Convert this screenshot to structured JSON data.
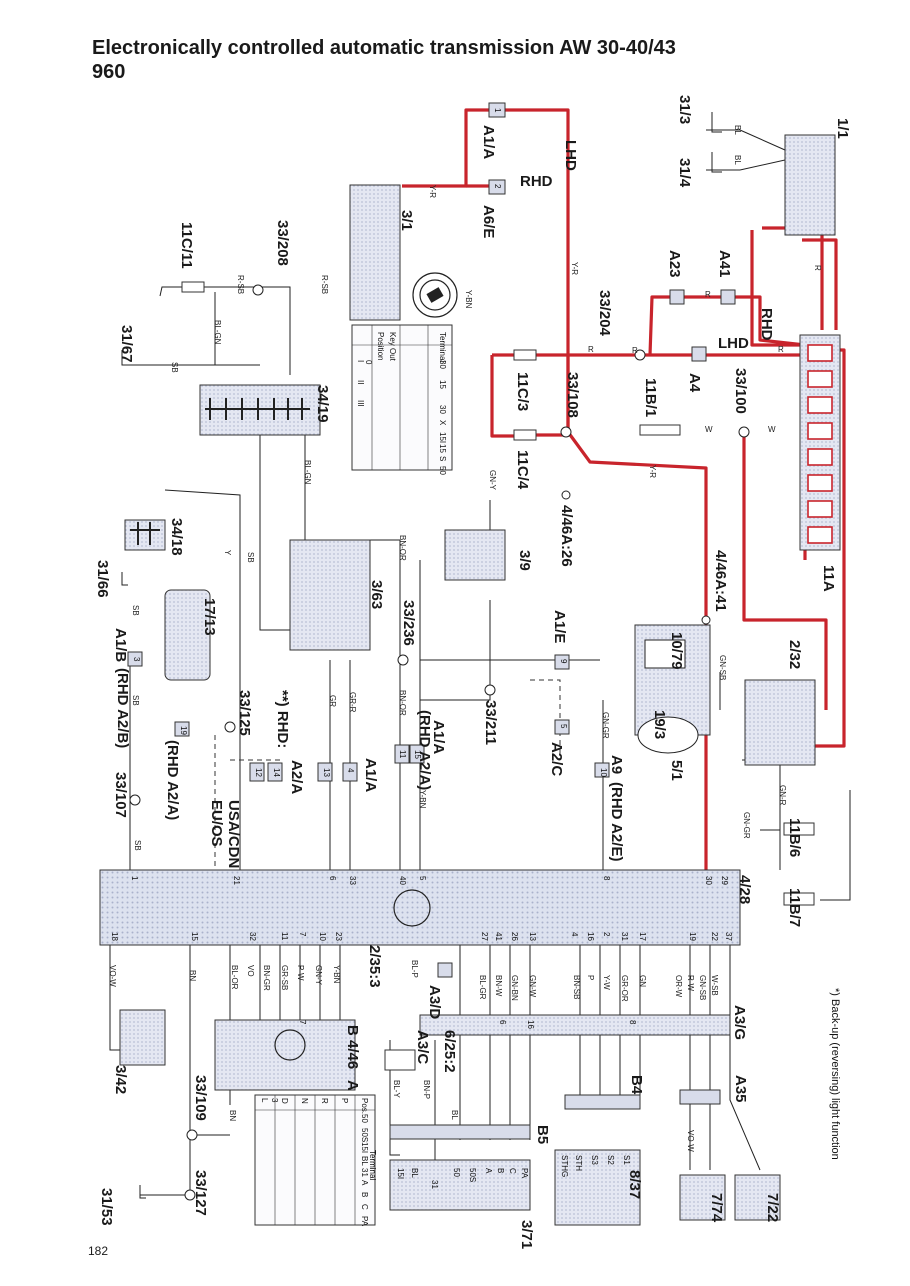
{
  "title": {
    "line1": "Electronically controlled automatic transmission AW 30-40/43",
    "line2": "960"
  },
  "page_number": "182",
  "wire_color": "#c8242c",
  "footnote": "*) Back-up (reversing) light function",
  "components": [
    {
      "id": "c1",
      "label": "1/1"
    },
    {
      "id": "c2",
      "label": "31/3"
    },
    {
      "id": "c3",
      "label": "31/4"
    },
    {
      "id": "c4",
      "label": "A1/A"
    },
    {
      "id": "c5",
      "label": "A6/E"
    },
    {
      "id": "c6",
      "label": "3/1"
    },
    {
      "id": "c7",
      "label": "33/208"
    },
    {
      "id": "c8",
      "label": "11C/11"
    },
    {
      "id": "c9",
      "label": "31/67"
    },
    {
      "id": "c10",
      "label": "34/19"
    },
    {
      "id": "c11",
      "label": "A23"
    },
    {
      "id": "c12",
      "label": "A41"
    },
    {
      "id": "c13",
      "label": "33/204"
    },
    {
      "id": "c14",
      "label": "A4"
    },
    {
      "id": "c15",
      "label": "11C/3"
    },
    {
      "id": "c16",
      "label": "11C/4"
    },
    {
      "id": "c17",
      "label": "33/108"
    },
    {
      "id": "c18",
      "label": "11B/1"
    },
    {
      "id": "c19",
      "label": "33/100"
    },
    {
      "id": "c20",
      "label": "4/46A:26"
    },
    {
      "id": "c21",
      "label": "34/18"
    },
    {
      "id": "c22",
      "label": "3/63"
    },
    {
      "id": "c23",
      "label": "3/9"
    },
    {
      "id": "c24",
      "label": "11A"
    },
    {
      "id": "c25",
      "label": "4/46A:41"
    },
    {
      "id": "c26",
      "label": "31/66"
    },
    {
      "id": "c27",
      "label": "17/13"
    },
    {
      "id": "c28",
      "label": "33/236"
    },
    {
      "id": "c29",
      "label": "A1/E"
    },
    {
      "id": "c30",
      "label": "10/79"
    },
    {
      "id": "c31",
      "label": "2/32"
    },
    {
      "id": "c32",
      "label": "A1/B"
    },
    {
      "id": "c33",
      "label": "(RHD A2/B)"
    },
    {
      "id": "c34",
      "label": "33/125"
    },
    {
      "id": "c35",
      "label": "**) RHD:"
    },
    {
      "id": "c36",
      "label": "A1/A"
    },
    {
      "id": "c37",
      "label": "(RHD A2/A)"
    },
    {
      "id": "c38",
      "label": "33/211"
    },
    {
      "id": "c39",
      "label": "A2/C"
    },
    {
      "id": "c40",
      "label": "19/3"
    },
    {
      "id": "c41",
      "label": "5/1"
    },
    {
      "id": "c42",
      "label": "A9"
    },
    {
      "id": "c43",
      "label": "(RHD A2/E)"
    },
    {
      "id": "c44",
      "label": "A2/A"
    },
    {
      "id": "c45",
      "label": "A1/A"
    },
    {
      "id": "c46",
      "label": "(RHD A2/A)"
    },
    {
      "id": "c47",
      "label": "33/107"
    },
    {
      "id": "c48",
      "label": "USA/CDN"
    },
    {
      "id": "c49",
      "label": "EU/OS"
    },
    {
      "id": "c50",
      "label": "11B/6"
    },
    {
      "id": "c51",
      "label": "11B/7"
    },
    {
      "id": "c52",
      "label": "4/28"
    },
    {
      "id": "c53",
      "label": "2/35:3"
    },
    {
      "id": "c54",
      "label": "A3/D"
    },
    {
      "id": "c55",
      "label": "6/25:2"
    },
    {
      "id": "c56",
      "label": "A3/C"
    },
    {
      "id": "c57",
      "label": "A3/G"
    },
    {
      "id": "c58",
      "label": "B 4/46"
    },
    {
      "id": "c59",
      "label": "A"
    },
    {
      "id": "c60",
      "label": "B4"
    },
    {
      "id": "c61",
      "label": "A35"
    },
    {
      "id": "c62",
      "label": "B5"
    },
    {
      "id": "c63",
      "label": "3/42"
    },
    {
      "id": "c64",
      "label": "33/109"
    },
    {
      "id": "c65",
      "label": "33/127"
    },
    {
      "id": "c66",
      "label": "31/53"
    },
    {
      "id": "c67",
      "label": "3/71"
    },
    {
      "id": "c68",
      "label": "8/37"
    },
    {
      "id": "c69",
      "label": "7/74"
    },
    {
      "id": "c70",
      "label": "7/22"
    }
  ],
  "wire_labels": [
    {
      "id": "w1",
      "text": "LHD"
    },
    {
      "id": "w2",
      "text": "RHD"
    },
    {
      "id": "w3",
      "text": "Y-R"
    },
    {
      "id": "w4",
      "text": "Y-R"
    },
    {
      "id": "w5",
      "text": "R"
    },
    {
      "id": "w6",
      "text": "R"
    },
    {
      "id": "w7",
      "text": "RHD"
    },
    {
      "id": "w8",
      "text": "LHD"
    },
    {
      "id": "w9",
      "text": "R"
    },
    {
      "id": "w10",
      "text": "R"
    },
    {
      "id": "w11",
      "text": "R"
    },
    {
      "id": "w12",
      "text": "W"
    },
    {
      "id": "w13",
      "text": "W"
    },
    {
      "id": "w14",
      "text": "Y-R"
    },
    {
      "id": "w15",
      "text": "BL"
    },
    {
      "id": "w16",
      "text": "BL"
    },
    {
      "id": "w17",
      "text": "R-SB"
    },
    {
      "id": "w18",
      "text": "R-SB"
    },
    {
      "id": "w19",
      "text": "BL-GN"
    },
    {
      "id": "w20",
      "text": "SB"
    },
    {
      "id": "w21",
      "text": "BL-GN"
    },
    {
      "id": "w22",
      "text": "Y-BN"
    },
    {
      "id": "w23",
      "text": "GN-Y"
    },
    {
      "id": "w24",
      "text": "BN-OR"
    },
    {
      "id": "w25",
      "text": "SB"
    },
    {
      "id": "w26",
      "text": "Y"
    },
    {
      "id": "w27",
      "text": "SB"
    },
    {
      "id": "w28",
      "text": "SB"
    },
    {
      "id": "w29",
      "text": "GR"
    },
    {
      "id": "w30",
      "text": "GR-R"
    },
    {
      "id": "w31",
      "text": "BN-OR"
    },
    {
      "id": "w32",
      "text": "Y-BN"
    },
    {
      "id": "w33",
      "text": "GN-SB"
    },
    {
      "id": "w34",
      "text": "GN-GR"
    },
    {
      "id": "w35",
      "text": "GN-R"
    },
    {
      "id": "w36",
      "text": "GN-GR"
    },
    {
      "id": "w37",
      "text": "BL-P"
    },
    {
      "id": "w38",
      "text": "W-SB"
    },
    {
      "id": "w39",
      "text": "GN-SB"
    },
    {
      "id": "w40",
      "text": "R-W"
    },
    {
      "id": "w41",
      "text": "OR-W"
    },
    {
      "id": "w42",
      "text": "GN"
    },
    {
      "id": "w43",
      "text": "GR-OR"
    },
    {
      "id": "w44",
      "text": "Y-W"
    },
    {
      "id": "w45",
      "text": "P"
    },
    {
      "id": "w46",
      "text": "BN-SB"
    },
    {
      "id": "w47",
      "text": "GN-W"
    },
    {
      "id": "w48",
      "text": "GN-BN"
    },
    {
      "id": "w49",
      "text": "BN-W"
    },
    {
      "id": "w50",
      "text": "BL-GR"
    },
    {
      "id": "w51",
      "text": "VO-W"
    },
    {
      "id": "w52",
      "text": "BN"
    },
    {
      "id": "w53",
      "text": "BN"
    },
    {
      "id": "w54",
      "text": "SB"
    },
    {
      "id": "w55",
      "text": "BL-OR"
    },
    {
      "id": "w56",
      "text": "VO"
    },
    {
      "id": "w57",
      "text": "BN-GR"
    },
    {
      "id": "w58",
      "text": "GR-SB"
    },
    {
      "id": "w59",
      "text": "P-W"
    },
    {
      "id": "w60",
      "text": "GN-Y"
    },
    {
      "id": "w61",
      "text": "Y-BN"
    },
    {
      "id": "w62",
      "text": "BN-P"
    },
    {
      "id": "w63",
      "text": "BL-Y"
    },
    {
      "id": "w64",
      "text": "BL"
    },
    {
      "id": "w65",
      "text": "VO-W"
    }
  ],
  "pins_4_28": {
    "top": [
      "29",
      "30",
      "8",
      "5",
      "40",
      "33",
      "6",
      "21",
      "1"
    ],
    "bottom": [
      "37",
      "22",
      "19",
      "17",
      "31",
      "2",
      "16",
      "4",
      "13",
      "26",
      "41",
      "27",
      "23",
      "10",
      "7",
      "11",
      "32",
      "15",
      "18"
    ]
  },
  "connector_numbers": [
    "1",
    "2",
    "3",
    "4",
    "5",
    "6",
    "7",
    "8",
    "9",
    "10",
    "11",
    "12",
    "13",
    "14",
    "15",
    "16",
    "19"
  ],
  "ignition_table": {
    "header": [
      "Position",
      "Terminal"
    ],
    "rows": [
      "Key Out",
      "0",
      "I",
      "II",
      "III"
    ],
    "terminals": [
      "30",
      "15",
      "30",
      "X",
      "15I",
      "15",
      "S",
      "50"
    ]
  },
  "range_table": {
    "rows": [
      "Pos.",
      "P",
      "R",
      "N",
      "D",
      "3",
      "L"
    ],
    "terminals": [
      "50",
      "50S",
      "15I",
      "BL",
      "31",
      "A",
      "B",
      "C",
      "PA"
    ],
    "header": "Terminal"
  },
  "terminals_3_71": [
    "PA",
    "C",
    "B",
    "A",
    "50S",
    "50",
    "BL",
    "15I",
    "31"
  ],
  "terminals_8_37": [
    "S1",
    "S2",
    "S3",
    "STH",
    "STHG"
  ]
}
